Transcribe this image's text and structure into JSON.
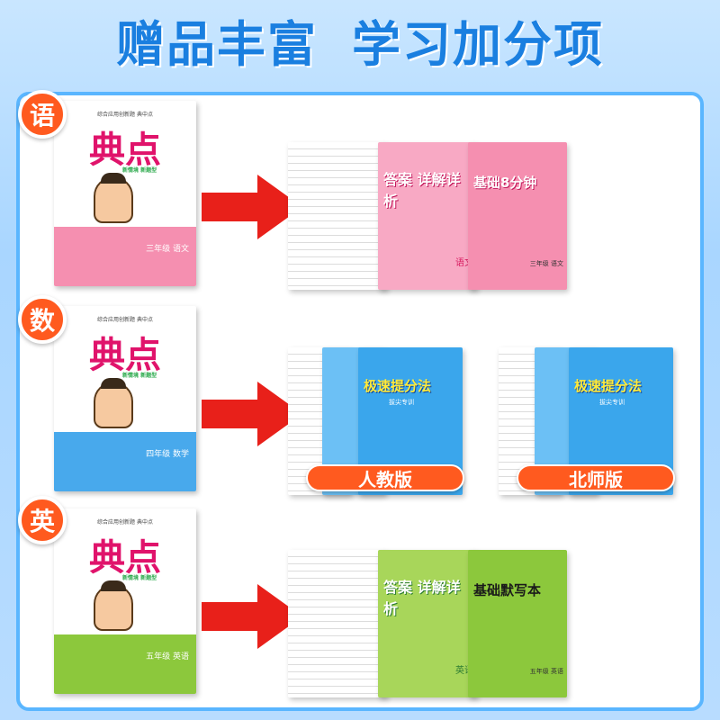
{
  "headline": {
    "left": "赠品丰富",
    "right": "学习加分项"
  },
  "colors": {
    "accent_blue": "#1a7fe0",
    "badge_orange": "#ff5a1f",
    "arrow_red": "#e8201a",
    "pink": "#f58fb0",
    "sky": "#48a9ec",
    "green": "#8cc83c"
  },
  "rows": [
    {
      "subject": "语",
      "main_book": {
        "tagline": "综合应用创新题 典中点",
        "logo": "典点",
        "series": "新情境 新题型",
        "grade": "三年级 语文"
      },
      "gifts": [
        {
          "type": "answer-sheet",
          "title": ""
        },
        {
          "type": "answer-book",
          "title": "答案 详解详析",
          "side_label": "语文"
        },
        {
          "type": "workbook",
          "title": "基础8分钟",
          "grade": "三年级 语文"
        }
      ]
    },
    {
      "subject": "数",
      "main_book": {
        "tagline": "综合应用创新题 典中点",
        "logo": "典点",
        "series": "新情境 新题型",
        "grade": "四年级 数学"
      },
      "editions": [
        {
          "label": "人教版",
          "workbook_title": "极速提分法",
          "workbook_subtitle": "拔尖专训"
        },
        {
          "label": "北师版",
          "workbook_title": "极速提分法",
          "workbook_subtitle": "拔尖专训"
        }
      ]
    },
    {
      "subject": "英",
      "main_book": {
        "tagline": "综合应用创新题 典中点",
        "logo": "典点",
        "series": "新情境 新题型",
        "grade": "五年级 英语"
      },
      "gifts": [
        {
          "type": "answer-sheet",
          "title": ""
        },
        {
          "type": "answer-book",
          "title": "答案 详解详析",
          "side_label": "英语"
        },
        {
          "type": "workbook",
          "title": "基础默写本",
          "grade": "五年级 英语"
        }
      ]
    }
  ]
}
